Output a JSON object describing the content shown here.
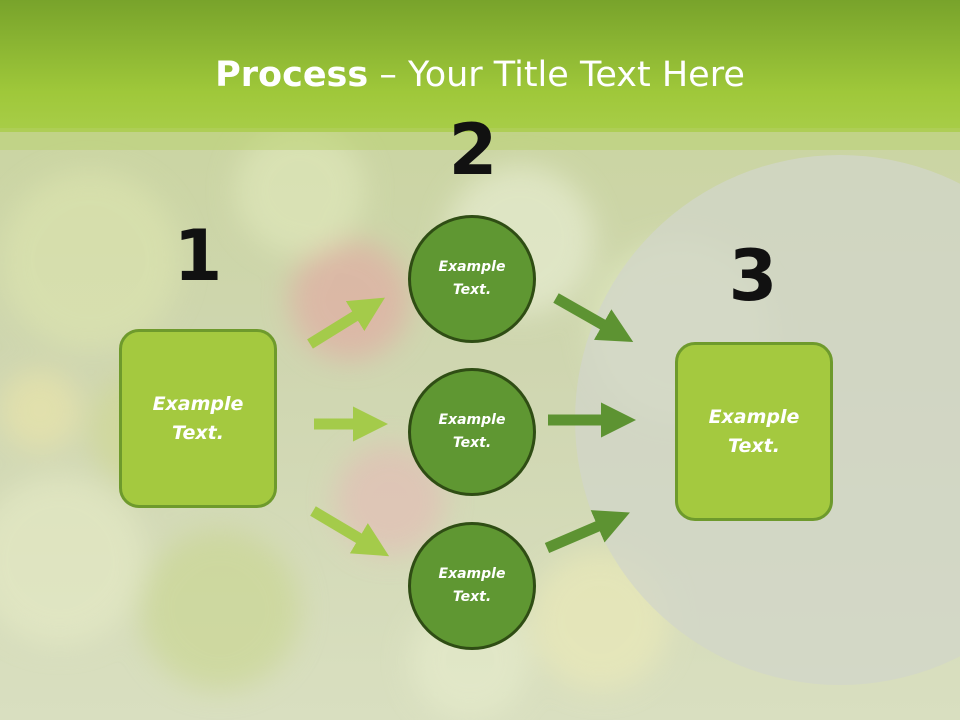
{
  "title": {
    "bold": "Process",
    "rest": " – Your Title Text Here"
  },
  "steps": [
    {
      "number": "1",
      "label": "Example Text."
    },
    {
      "number": "2",
      "labels": [
        "Example Text.",
        "Example Text.",
        "Example Text."
      ]
    },
    {
      "number": "3",
      "label": "Example Text."
    }
  ],
  "colors": {
    "header": "#a0c83c",
    "box_fill": "#a4c93f",
    "circle_fill": "#5f9732",
    "arrow_light": "#a4cb4a",
    "arrow_dark": "#5d9332"
  }
}
